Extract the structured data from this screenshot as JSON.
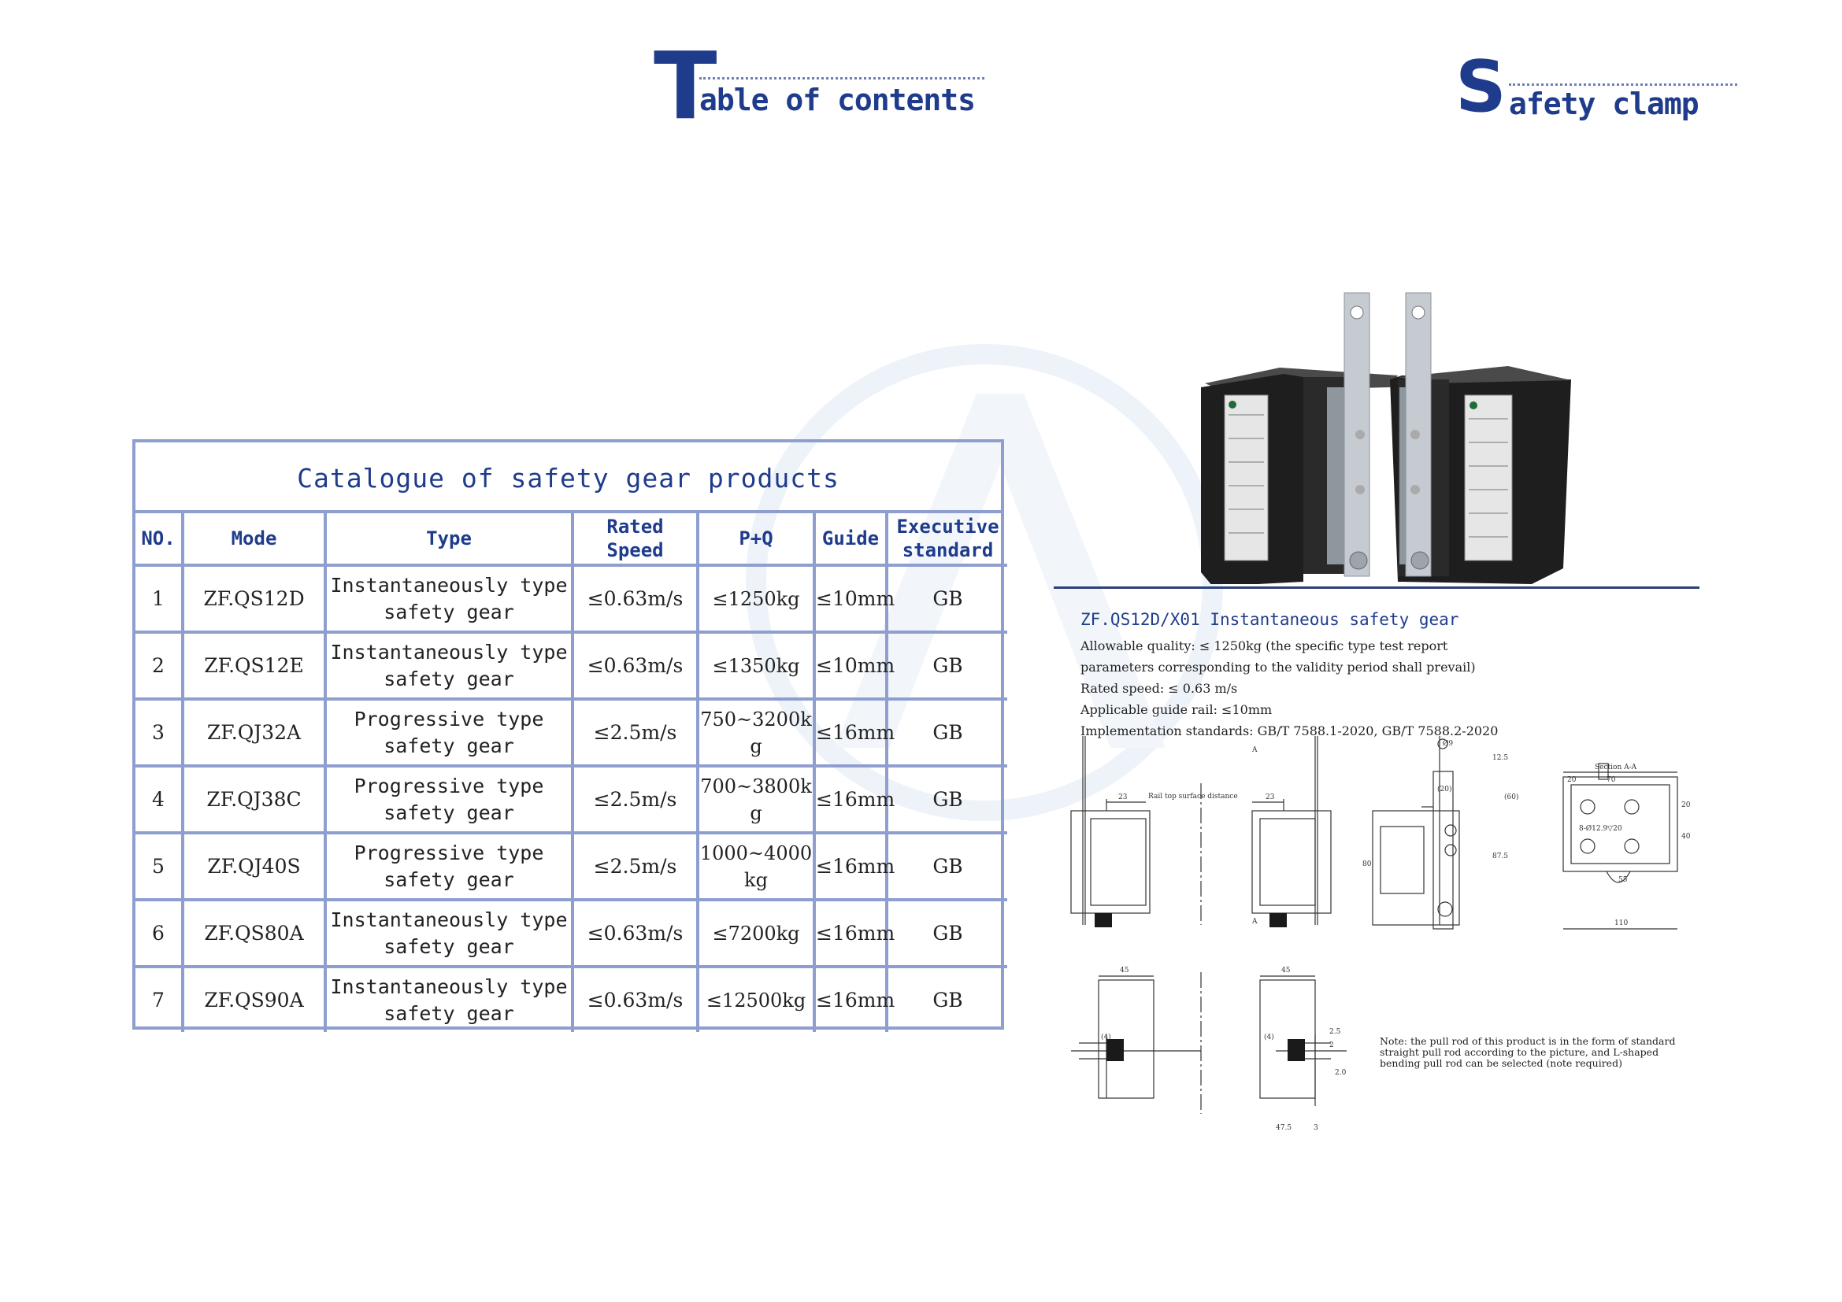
{
  "headings": {
    "toc": {
      "initial": "T",
      "rest": "able of contents"
    },
    "safety": {
      "initial": "S",
      "rest": "afety clamp"
    }
  },
  "catalogue": {
    "title": "Catalogue of safety gear products",
    "headers": [
      "NO.",
      "Mode",
      "Type",
      "Rated Speed",
      "P+Q",
      "Guide",
      "Executive standard"
    ],
    "rows": [
      {
        "no": "1",
        "mode": "ZF.QS12D",
        "type": "Instantaneously type safety gear",
        "speed": "≤0.63m/s",
        "pq": "≤1250kg",
        "guide": "≤10mm",
        "standard": "GB"
      },
      {
        "no": "2",
        "mode": "ZF.QS12E",
        "type": "Instantaneously type safety gear",
        "speed": "≤0.63m/s",
        "pq": "≤1350kg",
        "guide": "≤10mm",
        "standard": "GB"
      },
      {
        "no": "3",
        "mode": "ZF.QJ32A",
        "type": "Progressive type safety gear",
        "speed": "≤2.5m/s",
        "pq": "750~3200kg",
        "guide": "≤16mm",
        "standard": "GB"
      },
      {
        "no": "4",
        "mode": "ZF.QJ38C",
        "type": "Progressive type safety gear",
        "speed": "≤2.5m/s",
        "pq": "700~3800kg",
        "guide": "≤16mm",
        "standard": "GB"
      },
      {
        "no": "5",
        "mode": "ZF.QJ40S",
        "type": "Progressive type safety gear",
        "speed": "≤2.5m/s",
        "pq": "1000~4000kg",
        "guide": "≤16mm",
        "standard": "GB"
      },
      {
        "no": "6",
        "mode": "ZF.QS80A",
        "type": "Instantaneously type safety gear",
        "speed": "≤0.63m/s",
        "pq": "≤7200kg",
        "guide": "≤16mm",
        "standard": "GB"
      },
      {
        "no": "7",
        "mode": "ZF.QS90A",
        "type": "Instantaneously type safety gear",
        "speed": "≤0.63m/s",
        "pq": "≤12500kg",
        "guide": "≤16mm",
        "standard": "GB"
      }
    ]
  },
  "product": {
    "title": "ZF.QS12D/X01 Instantaneous safety gear",
    "lines": [
      "Allowable quality: ≤ 1250kg (the specific type test report",
      "parameters corresponding to the validity period shall prevail)",
      "Rated speed: ≤ 0.63 m/s",
      "Applicable guide rail: ≤10mm",
      "Implementation standards: GB/T 7588.1-2020, GB/T 7588.2-2020"
    ],
    "note": "Note: the pull rod of this product is in the form of standard straight pull rod according to the picture, and L-shaped bending pull rod can be selected (note required)"
  },
  "drawing_labels": {
    "rail_distance": "Rail top surface distance",
    "section": "Section A-A",
    "a_top": "A",
    "a_bottom": "A",
    "dim_23a": "23",
    "dim_23b": "23",
    "dim_phi9": "Ø9",
    "dim_12_5": "12.5",
    "dim_60": "(60)",
    "dim_20_paren": "(20)",
    "dim_87_5": "87.5",
    "dim_80": "80",
    "dim_20": "20",
    "dim_70": "70",
    "dim_20r": "20",
    "dim_40": "40",
    "dim_holes": "8-Ø12.9▽20",
    "dim_55": "55",
    "dim_110": "110",
    "dim_45a": "45",
    "dim_45b": "45",
    "dim_4a": "(4)",
    "dim_4b": "(4)",
    "dim_2_5": "2.5",
    "dim_2": "2",
    "dim_2_0": "2.0",
    "dim_47_5": "47.5",
    "dim_3": "3"
  },
  "colors": {
    "accent": "#1f3c8c",
    "table_border": "#8e9fcf",
    "rule": "#2b3f7a"
  }
}
